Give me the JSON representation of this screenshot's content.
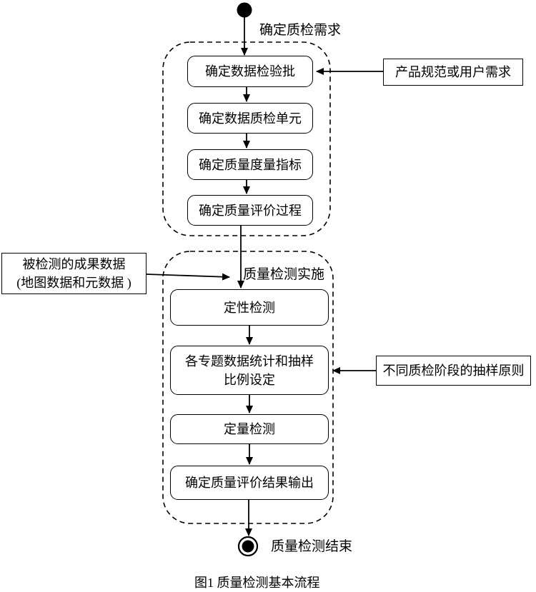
{
  "colors": {
    "ink": "#000000",
    "background": "#ffffff"
  },
  "diagram": {
    "start_annotation": "确定质检需求",
    "phase1": {
      "steps": [
        "确定数据检验批",
        "确定数据质检单元",
        "确定质量度量指标",
        "确定质量评价过程"
      ]
    },
    "phase2": {
      "label": "质量检测实施",
      "steps": [
        "定性检测",
        "各专题数据统计和抽样\n比例设定",
        "定量检测",
        "确定质量评价结果输出"
      ]
    },
    "external_inputs": {
      "product_spec": "产品规范或用户需求",
      "tested_data": "被检测的成果数据\n(地图数据和元数据 )",
      "sampling_principle": "不同质检阶段的抽样原则"
    },
    "end_annotation": "质量检测结束",
    "caption": "图1 质量检测基本流程"
  }
}
